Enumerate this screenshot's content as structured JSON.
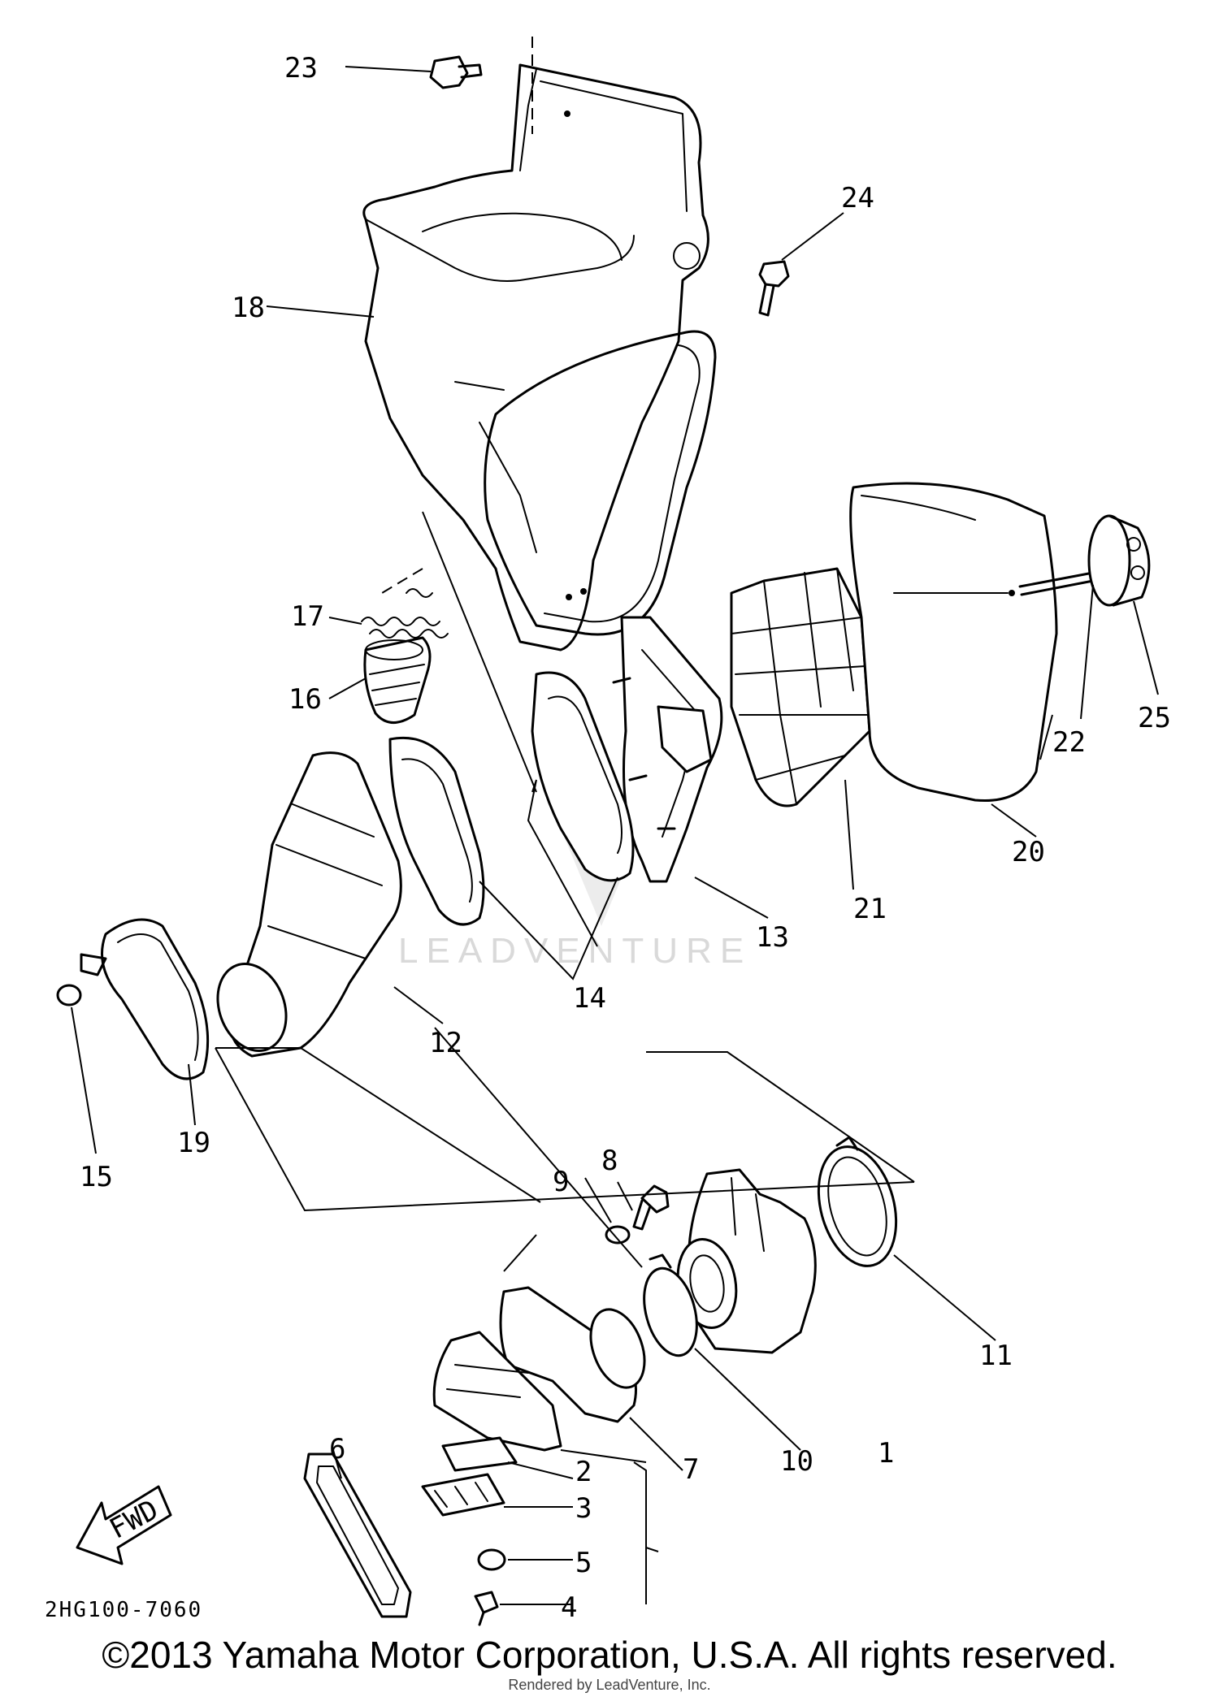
{
  "parts": [
    {
      "id": "1",
      "label": "1"
    },
    {
      "id": "2",
      "label": "2"
    },
    {
      "id": "3",
      "label": "3"
    },
    {
      "id": "4",
      "label": "4"
    },
    {
      "id": "5",
      "label": "5"
    },
    {
      "id": "6",
      "label": "6"
    },
    {
      "id": "7",
      "label": "7"
    },
    {
      "id": "8",
      "label": "8"
    },
    {
      "id": "9",
      "label": "9"
    },
    {
      "id": "10",
      "label": "10"
    },
    {
      "id": "11",
      "label": "11"
    },
    {
      "id": "12",
      "label": "12"
    },
    {
      "id": "13",
      "label": "13"
    },
    {
      "id": "14",
      "label": "14"
    },
    {
      "id": "15",
      "label": "15"
    },
    {
      "id": "16",
      "label": "16"
    },
    {
      "id": "17",
      "label": "17"
    },
    {
      "id": "18",
      "label": "18"
    },
    {
      "id": "19",
      "label": "19"
    },
    {
      "id": "20",
      "label": "20"
    },
    {
      "id": "21",
      "label": "21"
    },
    {
      "id": "22",
      "label": "22"
    },
    {
      "id": "23",
      "label": "23"
    },
    {
      "id": "24",
      "label": "24"
    },
    {
      "id": "25",
      "label": "25"
    }
  ],
  "fwd_label": "FWD",
  "diagram_code": "2HG100-7060",
  "watermark": "LEADVENTURE",
  "copyright": "©2013 Yamaha Motor Corporation, U.S.A. All rights reserved.",
  "rendered_by": "Rendered by LeadVenture, Inc."
}
